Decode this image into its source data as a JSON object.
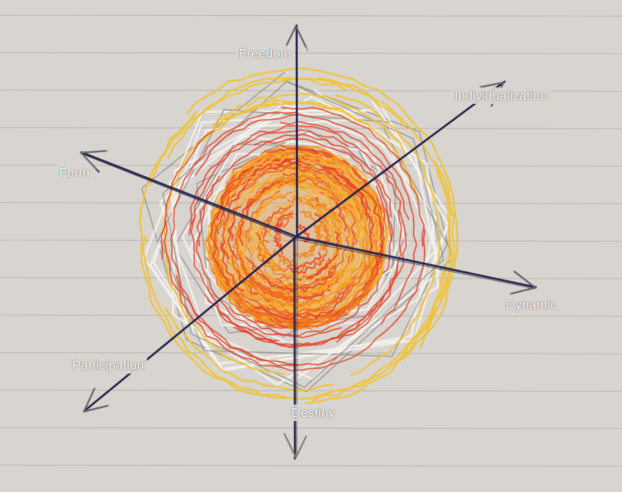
{
  "diagram": {
    "labels": [
      "Freedom",
      "Individualization",
      "Form",
      "Dynamic",
      "Participation",
      "Destiny"
    ]
  }
}
